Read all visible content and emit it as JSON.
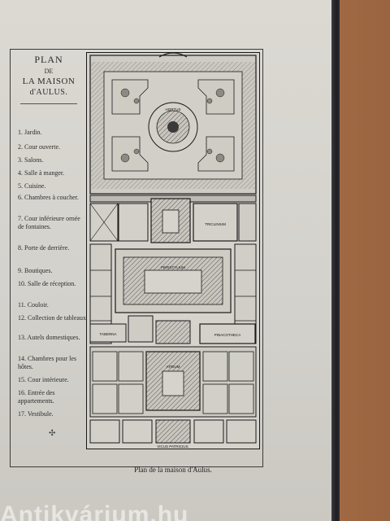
{
  "legend": {
    "title_line1": "PLAN",
    "title_line2": "DE",
    "title_line3": "LA MAISON",
    "title_line4": "d'AULUS.",
    "items": [
      "1. Jardin.",
      "2. Cour ouverte.",
      "3. Salons.",
      "4. Salle à manger.",
      "5. Cuisine.",
      "6. Chambres à coucher.",
      "7. Cour inférieure ornée de fontaines.",
      "8. Porte de derrière.",
      "9. Boutiques.",
      "10. Salle de réception.",
      "11. Couloir.",
      "12. Collection de tableaux.",
      "13. Autels domestiques.",
      "14. Chambres pour les hôtes.",
      "15. Cour intérieure.",
      "16. Entrée des appartements.",
      "17. Vestibule."
    ],
    "end_mark": "✣"
  },
  "plan": {
    "labels": {
      "hortus": "HORTUS",
      "triclinium": "TRICLINIUM",
      "peristylium": "PERISTYLIUM",
      "pinacotheca": "PINACOTHECA",
      "atrium": "ATRIUM",
      "taberna": "TABERNA",
      "vicus": "VICUS PATRICIUS."
    },
    "colors": {
      "ink": "#1a1a1a",
      "paper": "#d8d6d0"
    }
  },
  "caption": "Plan de la maison d'Aulus.",
  "watermark": "Antikvárium.hu"
}
